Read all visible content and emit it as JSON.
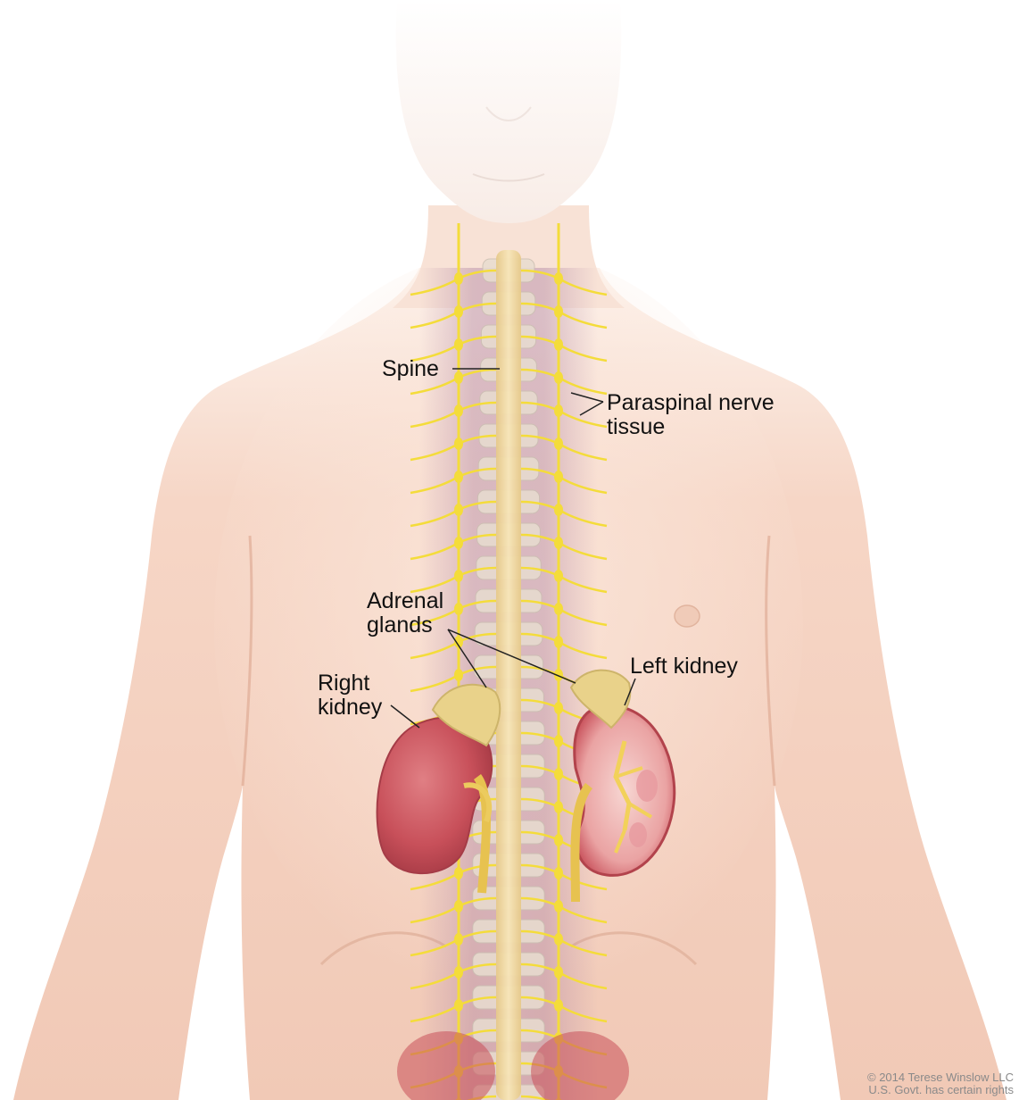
{
  "colors": {
    "skin_light": "#fbe6da",
    "skin_mid": "#efc3ad",
    "skin_shadow": "#dca58d",
    "glow": "#b48aa6",
    "nerve": "#f4dc3a",
    "vertebra": "#e8ddd0",
    "kidney": "#c8505a",
    "kidney_inner": "#f2b8b8",
    "adrenal": "#e9d28a",
    "leader": "#222222",
    "label_text": "#111111"
  },
  "labels": {
    "spine": "Spine",
    "paraspinal_line1": "Paraspinal nerve",
    "paraspinal_line2": "tissue",
    "adrenal_line1": "Adrenal",
    "adrenal_line2": "glands",
    "left_kidney": "Left kidney",
    "right_kidney_line1": "Right",
    "right_kidney_line2": "kidney"
  },
  "credit": {
    "line1": "© 2014 Terese Winslow LLC",
    "line2": "U.S. Govt. has certain rights"
  }
}
